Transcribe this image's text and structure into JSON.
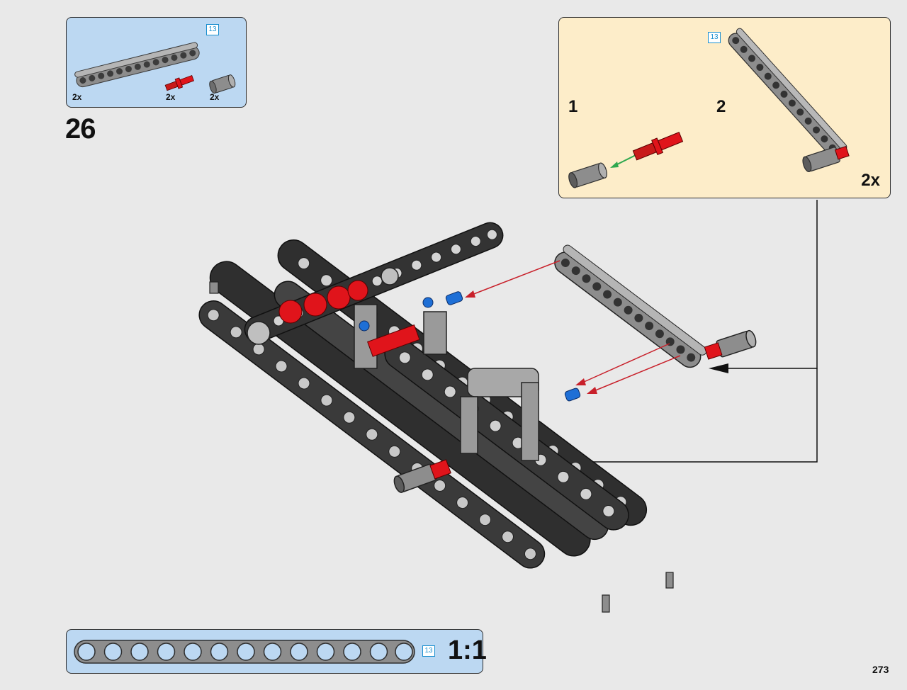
{
  "parts_list": {
    "items": [
      {
        "name": "beam-13",
        "quantity": "2x",
        "length_tag": "13"
      },
      {
        "name": "axle-pin-red",
        "quantity": "2x"
      },
      {
        "name": "axle-connector",
        "quantity": "2x"
      }
    ]
  },
  "step": {
    "number": "26"
  },
  "subassembly": {
    "length_tag": "13",
    "steps": [
      {
        "label": "1"
      },
      {
        "label": "2"
      }
    ],
    "quantity": "2x"
  },
  "ruler": {
    "length_tag": "13",
    "scale": "1:1",
    "holes": 13
  },
  "page": {
    "number": "273"
  },
  "colors": {
    "parts_bg": "#bcd8f2",
    "subassembly_bg": "#fdedc9",
    "red_part": "#e0141b",
    "blue_part": "#1e6fd6",
    "grey_part": "#8d8d8d",
    "dark_part": "#2f2f2f",
    "arrow_red": "#c8202a",
    "arrow_green": "#2fa84f"
  }
}
